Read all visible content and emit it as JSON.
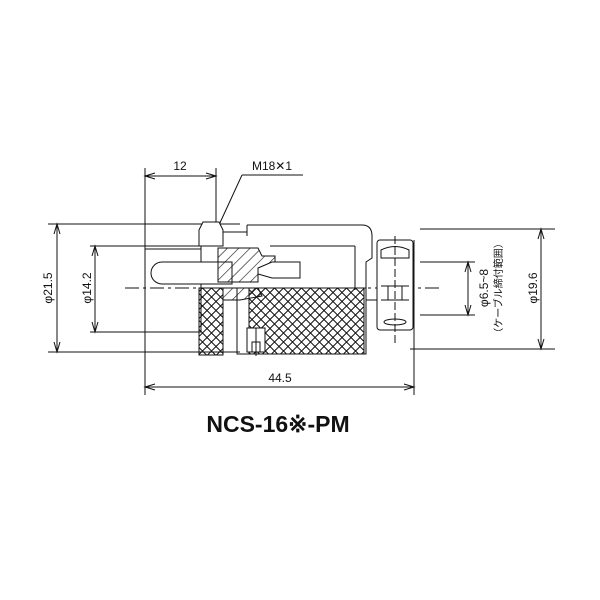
{
  "drawing": {
    "model_name": "NCS-16※-PM",
    "dimensions": {
      "length_top": "12",
      "thread": "M18✕1",
      "outer_diameter": "φ21.5",
      "inner_diameter": "φ14.2",
      "total_length": "44.5",
      "cable_range": "φ6.5~8",
      "cable_range_note": "（ケーブル締付範囲）",
      "rear_diameter": "φ19.6"
    },
    "colors": {
      "line": "#111111",
      "background": "#ffffff"
    }
  }
}
